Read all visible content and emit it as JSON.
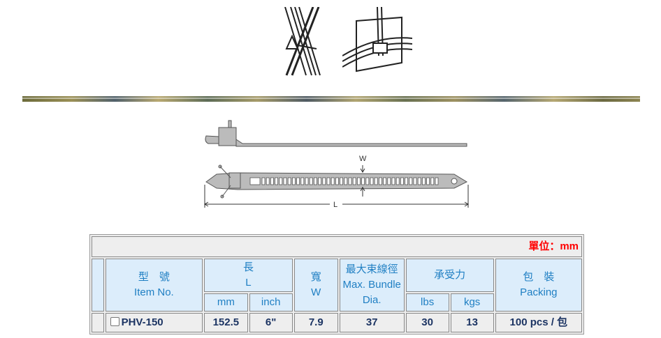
{
  "illustration": {
    "w_label": "W",
    "l_label": "L"
  },
  "table": {
    "unit": "單位：mm",
    "headers": {
      "item_zh": "型　號",
      "item_en": "Item No.",
      "length_zh": "長",
      "length_en": "L",
      "mm": "mm",
      "inch": "inch",
      "width_zh": "寬",
      "width_en": "W",
      "bundle_zh": "最大束線徑",
      "bundle_en1": "Max. Bundle",
      "bundle_en2": "Dia.",
      "tensile_zh": "承受力",
      "lbs": "lbs",
      "kgs": "kgs",
      "packing_zh": "包　裝",
      "packing_en": "Packing"
    },
    "row": {
      "item": "PHV-150",
      "mm": "152.5",
      "inch": "6\"",
      "width": "7.9",
      "bundle": "37",
      "lbs": "30",
      "kgs": "13",
      "packing": "100 pcs / 包"
    }
  }
}
